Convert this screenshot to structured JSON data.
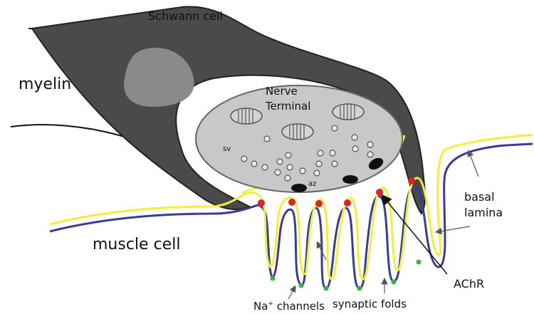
{
  "labels": {
    "schwann_cell": "Schwann cell",
    "myelin": "myelin",
    "nerve_terminal_line1": "Nerve",
    "nerve_terminal_line2": "Terminal",
    "sv": "sv",
    "az": "az",
    "basal_lamina_line1": "basal",
    "basal_lamina_line2": "lamina",
    "muscle_cell": "muscle cell",
    "achr": "AChR",
    "na_prefix": "Na",
    "na_sup": "+",
    "na_suffix": " channels",
    "synaptic_folds": "synaptic folds"
  },
  "colors": {
    "schwann_dark": "#4a4a4a",
    "schwann_light": "#8a8a8a",
    "terminal_fill": "#c8c8c8",
    "membrane_yellow": "#f2ef3a",
    "membrane_blue": "#3a3a9a",
    "achr_red": "#e0202a",
    "na_green": "#3cb04a",
    "active_zone": "#111111"
  }
}
